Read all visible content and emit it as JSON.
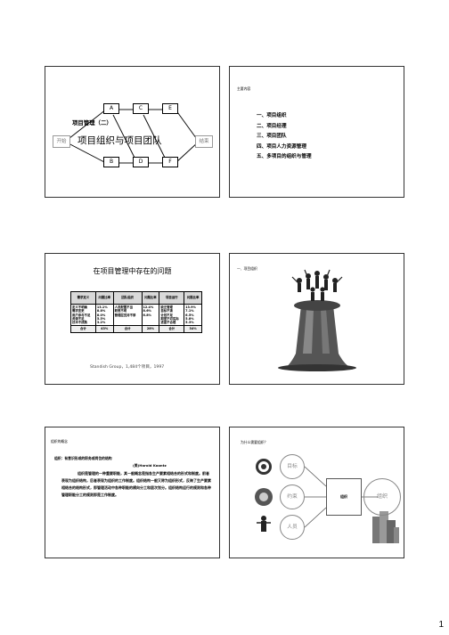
{
  "slide1": {
    "nodes": [
      "A",
      "C",
      "E",
      "B",
      "D",
      "F"
    ],
    "start": "开始",
    "end": "结束",
    "subtitle": "项目管理（二）",
    "title": "项目组织与项目团队"
  },
  "slide2": {
    "heading": "主要内容",
    "items": [
      "一、项目组织",
      "二、项目经理",
      "三、项目团队",
      "四、项目人力资源管理",
      "五、多项目的组织与管理"
    ]
  },
  "slide3": {
    "title": "在项目管理中存在的问题",
    "headers": [
      "需求定义",
      "问题比率",
      "团队组织",
      "问题比率",
      "项目运行",
      "问题比率"
    ],
    "rows": [
      [
        "定义不明确",
        "13.1%",
        "人员配置不当",
        "12.4%",
        "缺乏管理",
        "13.9%"
      ],
      [
        "需求变更",
        "8.8%",
        "职责不明",
        "8.6%",
        "目标不清",
        "7.1%"
      ],
      [
        "用户参与不足",
        "8.0%",
        "管理层支持不够",
        "6.8%",
        "计划不足",
        "6.5%"
      ],
      [
        "资源不足",
        "5.5%",
        "",
        "",
        "期望不切实际",
        "5.8%"
      ],
      [
        "技术不成熟",
        "3.2%",
        "",
        "",
        "进度不合理",
        "5.3%"
      ]
    ],
    "totals": [
      "合计",
      "43%",
      "合计",
      "28%",
      "合计",
      "34%"
    ],
    "footer": "Standish Group，1,484个项目，1997"
  },
  "slide4": {
    "heading": "一、项目组织"
  },
  "slide5": {
    "heading": "组织的概念",
    "definition": "组织：有意识形成的职务或岗位的结构",
    "author": "(美)Harold Koontz",
    "body": "组织是管理的一种重要职能，其一般概念是指各生产要素相结合的形式和制度。前者表现为组织结构，后者表现为组织的工作制度。组织结构一般又称为组织形式，反映了生产要素相结合的结构形式，即管理活动中各种职能的横向分工和层次划分。组织结构运行的规则和各种管理职能分工的规则即是工作制度。"
  },
  "slide6": {
    "heading": "为什么需要组织？",
    "circles": [
      "目标",
      "约束",
      "人员"
    ],
    "center": "组织",
    "result": "组织"
  },
  "page_number": "1"
}
